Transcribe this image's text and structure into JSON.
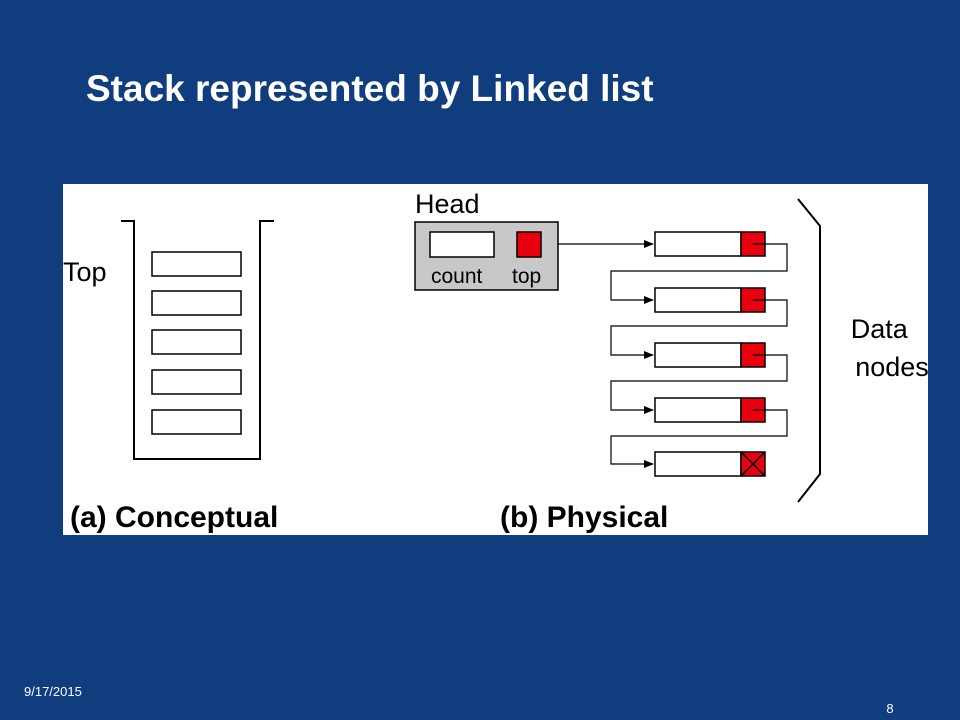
{
  "slide": {
    "title": "Stack represented by Linked list",
    "date": "9/17/2015",
    "page_number": "8"
  },
  "figure": {
    "conceptual": {
      "top_label": "Top",
      "caption": "(a) Conceptual"
    },
    "physical": {
      "head_label": "Head",
      "count_label": "count",
      "top_label": "top",
      "data_nodes_label_line1": "Data",
      "data_nodes_label_line2": "nodes",
      "caption": "(b) Physical"
    }
  },
  "colors": {
    "background": "#0f3d7d",
    "pointer_red": "#e8000f",
    "head_box_gray": "#c8c8c8"
  }
}
